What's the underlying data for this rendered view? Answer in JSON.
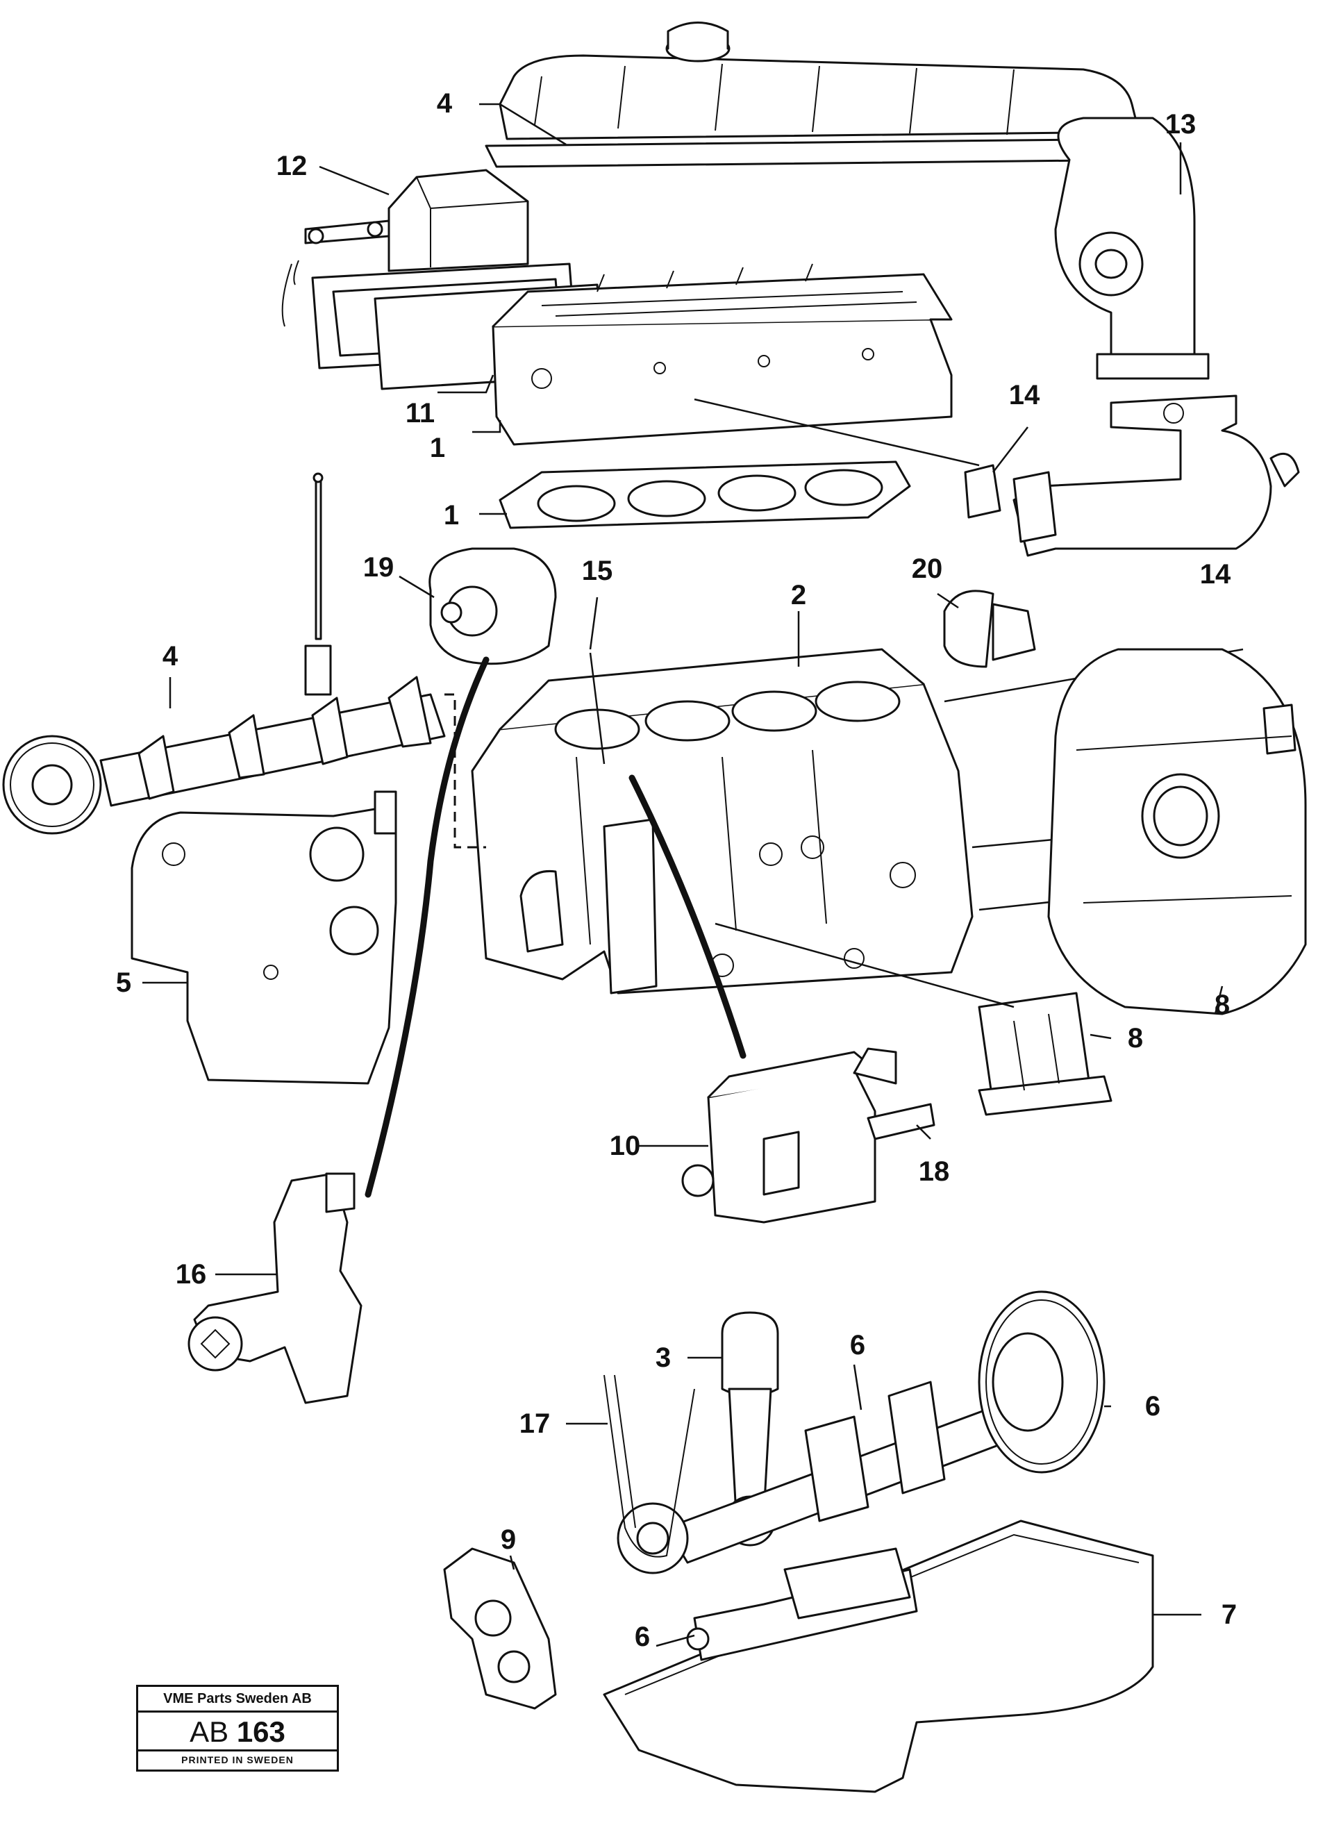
{
  "callouts": {
    "c1": "1",
    "c2": "1",
    "c3": "2",
    "c4": "3",
    "c5": "4",
    "c6": "4",
    "c7": "5",
    "c8": "6",
    "c9": "6",
    "c10": "6",
    "c11": "7",
    "c12": "8",
    "c13": "8",
    "c14": "9",
    "c15": "10",
    "c16": "11",
    "c17": "12",
    "c18": "13",
    "c19": "14",
    "c20": "14",
    "c21": "15",
    "c22": "16",
    "c23": "17",
    "c24": "18",
    "c25": "19",
    "c26": "20"
  },
  "reference_box": {
    "company": "VME Parts Sweden AB",
    "code_prefix": "AB",
    "code_number": "163",
    "footer": "PRINTED IN SWEDEN"
  }
}
